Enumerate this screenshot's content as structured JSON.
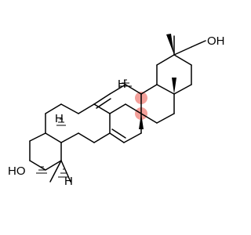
{
  "molecule": {
    "labels": {
      "hydroxymethyl_oh": "OH",
      "ring_a_ho": "HO",
      "stereo_h_top": "H",
      "stereo_h_ring_a": "H",
      "stereo_h_ring_b": "H"
    },
    "stereocenter_highlight_color": "#f3a09a",
    "bond_color": "#000000"
  }
}
